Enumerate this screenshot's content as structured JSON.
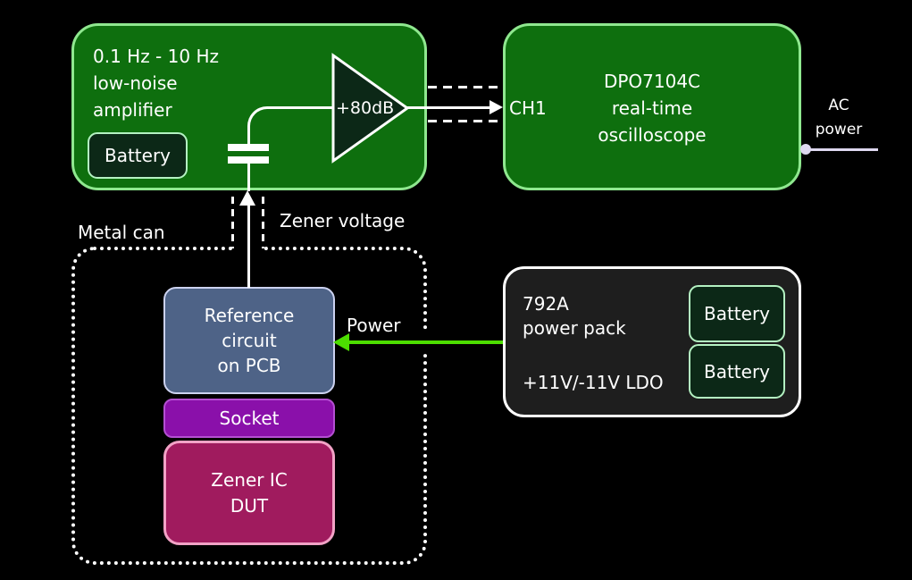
{
  "amplifier": {
    "title_lines": [
      "0.1 Hz - 10 Hz",
      "low-noise",
      "amplifier"
    ],
    "battery_label": "Battery",
    "gain_label": "+80dB"
  },
  "oscilloscope": {
    "channel_label": "CH1",
    "title_lines": [
      "DPO7104C",
      "real-time",
      "oscilloscope"
    ]
  },
  "ac_power": {
    "label_lines": [
      "AC",
      "power"
    ]
  },
  "metal_can": {
    "label": "Metal can",
    "reference_lines": [
      "Reference",
      "circuit",
      "on PCB"
    ],
    "socket_label": "Socket",
    "zener_dut_lines": [
      "Zener IC",
      "DUT"
    ]
  },
  "signals": {
    "zener_voltage_label": "Zener voltage",
    "power_label": "Power"
  },
  "power_pack": {
    "title_lines": [
      "792A",
      "power pack"
    ],
    "ldo_label": "+11V/-11V LDO",
    "battery_labels": [
      "Battery",
      "Battery"
    ]
  },
  "colors": {
    "background": "#000000",
    "green_box_fill": "#0e6f0e",
    "green_box_border": "#8fe88f",
    "battery_fill": "#0c2817",
    "battery_border": "#b4f2c2",
    "reference_fill": "#4e6387",
    "reference_border": "#ccd2f0",
    "socket_fill": "#8a10aa",
    "socket_border": "#b44fd2",
    "zener_fill": "#a01b5e",
    "zener_border": "#f2a2c6",
    "power_pack_fill": "#1e1e1e",
    "power_pack_border": "#ffffff",
    "power_arrow_green": "#4cdd00",
    "ac_line_lavender": "#ded8f0",
    "wire_white": "#ffffff"
  }
}
